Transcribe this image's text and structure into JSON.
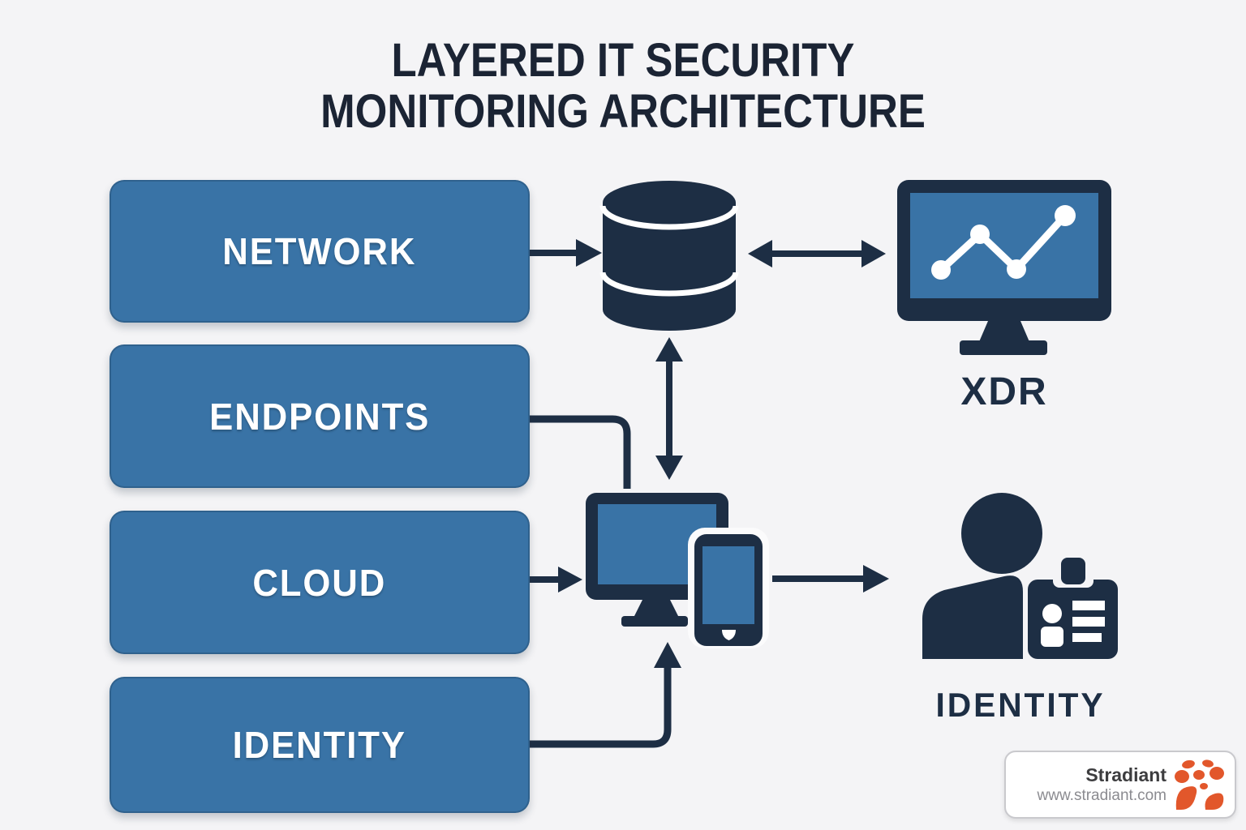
{
  "title": {
    "line1": "LAYERED IT SECURITY",
    "line2": "MONITORING ARCHITECTURE"
  },
  "layers": [
    {
      "label": "NETWORK"
    },
    {
      "label": "ENDPOINTS"
    },
    {
      "label": "CLOUD"
    },
    {
      "label": "IDENTITY"
    }
  ],
  "labels": {
    "xdr": "XDR",
    "identity": "IDENTITY"
  },
  "icons": {
    "database": "database-cylinder",
    "xdr": "monitor-with-line-chart",
    "devices": "desktop-and-smartphone",
    "identity": "person-with-id-badge"
  },
  "branding": {
    "company": "Stradiant",
    "website": "www.stradiant.com"
  },
  "colors": {
    "background": "#f4f4f6",
    "box_blue": "#3973a6",
    "icon_navy": "#1d2e44",
    "title_navy": "#1b2434",
    "label_white": "#ffffff",
    "brand_orange": "#e2572b",
    "brand_text": "#3d3d3f",
    "brand_url_gray": "#8b8b90"
  }
}
